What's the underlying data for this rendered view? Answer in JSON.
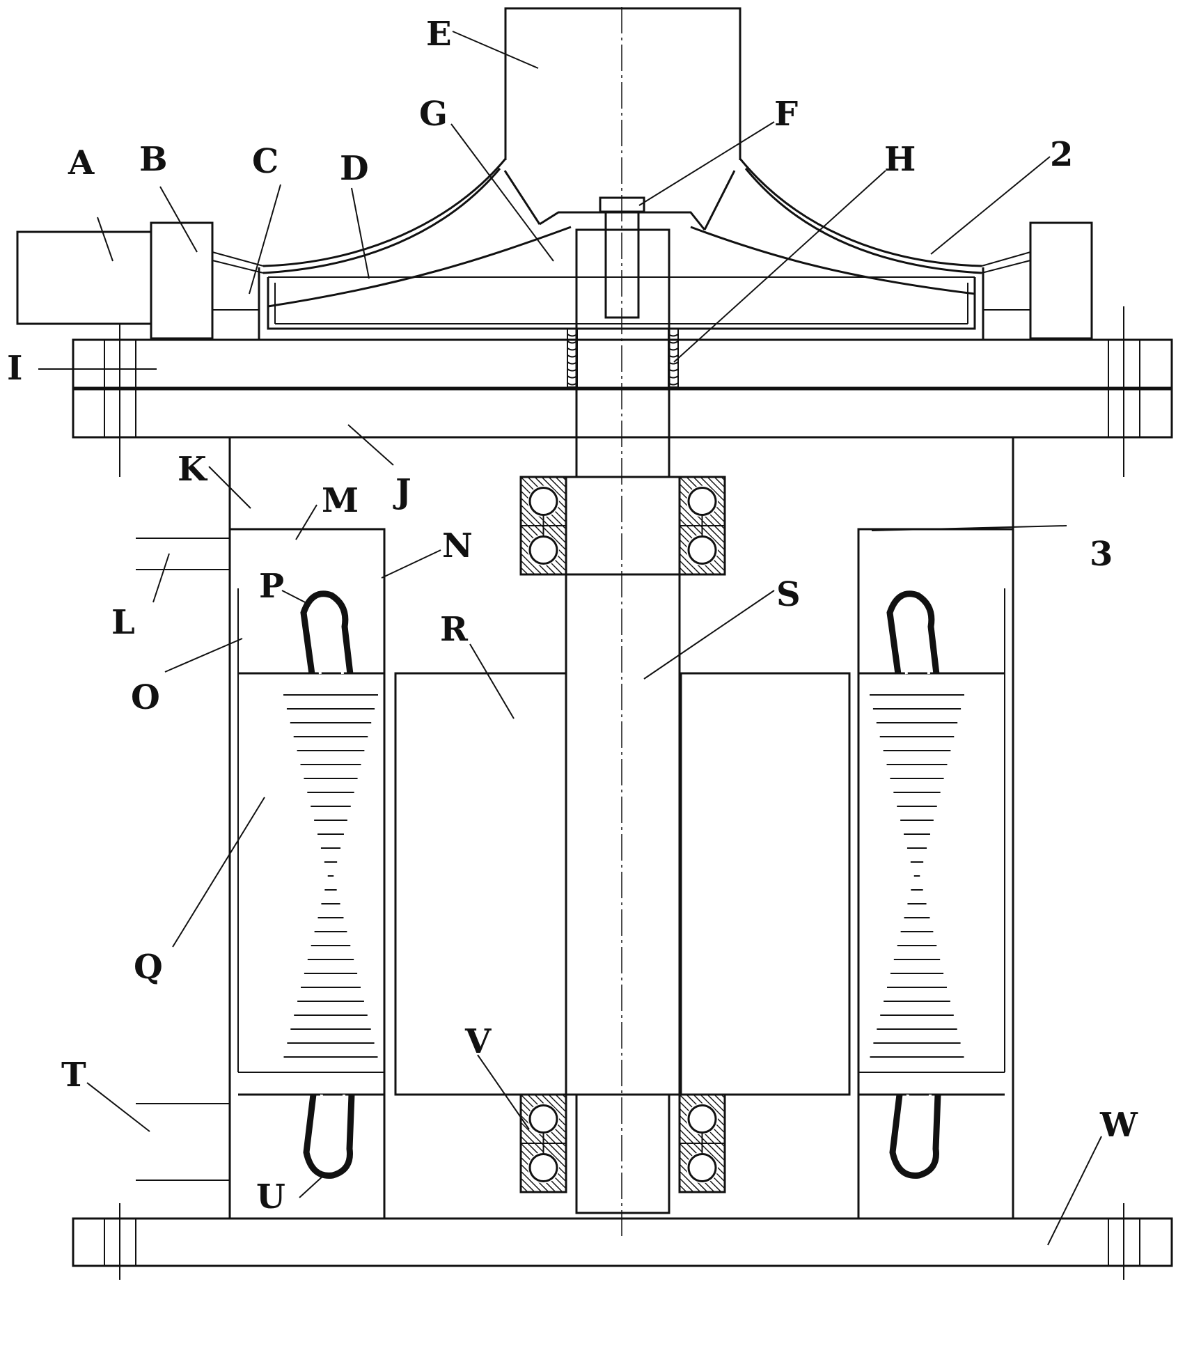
{
  "diagram": {
    "labels": {
      "A": "A",
      "B": "B",
      "C": "C",
      "D": "D",
      "E": "E",
      "F": "F",
      "G": "G",
      "H": "H",
      "I": "I",
      "J": "J",
      "K": "K",
      "L": "L",
      "M": "M",
      "N": "N",
      "O": "O",
      "P": "P",
      "Q": "Q",
      "R": "R",
      "S": "S",
      "T": "T",
      "U": "U",
      "V": "V",
      "W": "W",
      "two": "2",
      "three": "3"
    }
  }
}
